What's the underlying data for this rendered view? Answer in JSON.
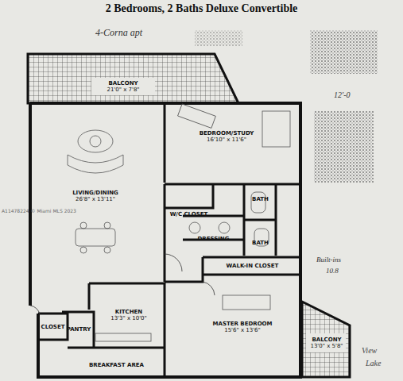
{
  "diagram": {
    "title": "2 Bedrooms, 2 Baths Deluxe Convertible",
    "nodes": [
      {
        "text": [
          "BALCONY",
          "21'0\" x 7'8\""
        ]
      },
      {
        "text": [
          "BEDROOM/STUDY",
          "16'10\" x 11'6\""
        ]
      },
      {
        "text": [
          "LIVING/DINING",
          "26'8\" x 13'11\""
        ]
      },
      {
        "text": [
          "W/C CLOSET"
        ]
      },
      {
        "text": [
          "BATH"
        ]
      },
      {
        "text": [
          "DRESSING"
        ]
      },
      {
        "text": [
          "BATH"
        ]
      },
      {
        "text": [
          "WALK-IN CLOSET"
        ]
      },
      {
        "text": [
          "CLOSET"
        ]
      },
      {
        "text": [
          "KITCHEN",
          "13'3\" x 10'0\""
        ]
      },
      {
        "text": [
          "PANTRY"
        ]
      },
      {
        "text": [
          "MASTER BEDROOM",
          "15'6\" x 13'6\""
        ]
      },
      {
        "text": [
          "BALCONY",
          "13'0\" x 5'8\""
        ]
      },
      {
        "text": [
          "BREAKFAST AREA"
        ]
      }
    ],
    "labels": [
      "4-Corna apt",
      "12'-0",
      "Built-ins",
      "10.8",
      "View",
      "Lake",
      "A11478224 © Miami MLS 2023"
    ]
  }
}
